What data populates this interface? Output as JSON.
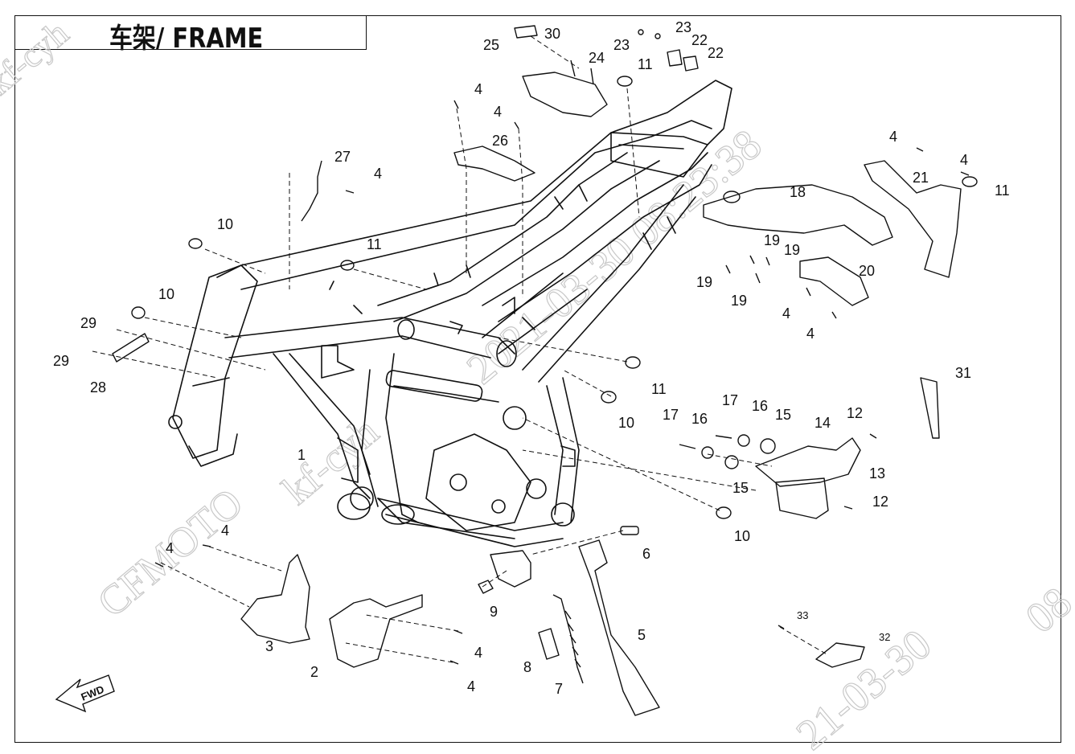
{
  "title": "车架/ FRAME",
  "watermarks": {
    "left": "kf-cyh",
    "brand": "CFMOTO",
    "mid": "kf-cyh",
    "date_top": "2021-03-30 08:23:38",
    "date_bottom": "21-03-30",
    "date_corner": "08"
  },
  "fwd_label": "FWD",
  "callouts": [
    "1",
    "2",
    "3",
    "4",
    "5",
    "6",
    "7",
    "8",
    "9",
    "10",
    "11",
    "12",
    "13",
    "14",
    "15",
    "16",
    "17",
    "18",
    "19",
    "20",
    "21",
    "22",
    "23",
    "24",
    "25",
    "26",
    "27",
    "28",
    "29",
    "30",
    "31",
    "32",
    "33"
  ],
  "callout_labels": [
    "25",
    "30",
    "24",
    "11",
    "23",
    "23",
    "22",
    "22",
    "4",
    "4",
    "26",
    "27",
    "4",
    "10",
    "11",
    "18",
    "21",
    "4",
    "4",
    "11",
    "19",
    "19",
    "19",
    "19",
    "20",
    "4",
    "4",
    "10",
    "29",
    "29",
    "28",
    "11",
    "10",
    "17",
    "16",
    "15",
    "17",
    "16",
    "15",
    "14",
    "12",
    "13",
    "12",
    "10",
    "31",
    "1",
    "4",
    "4",
    "3",
    "2",
    "4",
    "4",
    "9",
    "6",
    "8",
    "7",
    "5",
    "33",
    "32"
  ]
}
